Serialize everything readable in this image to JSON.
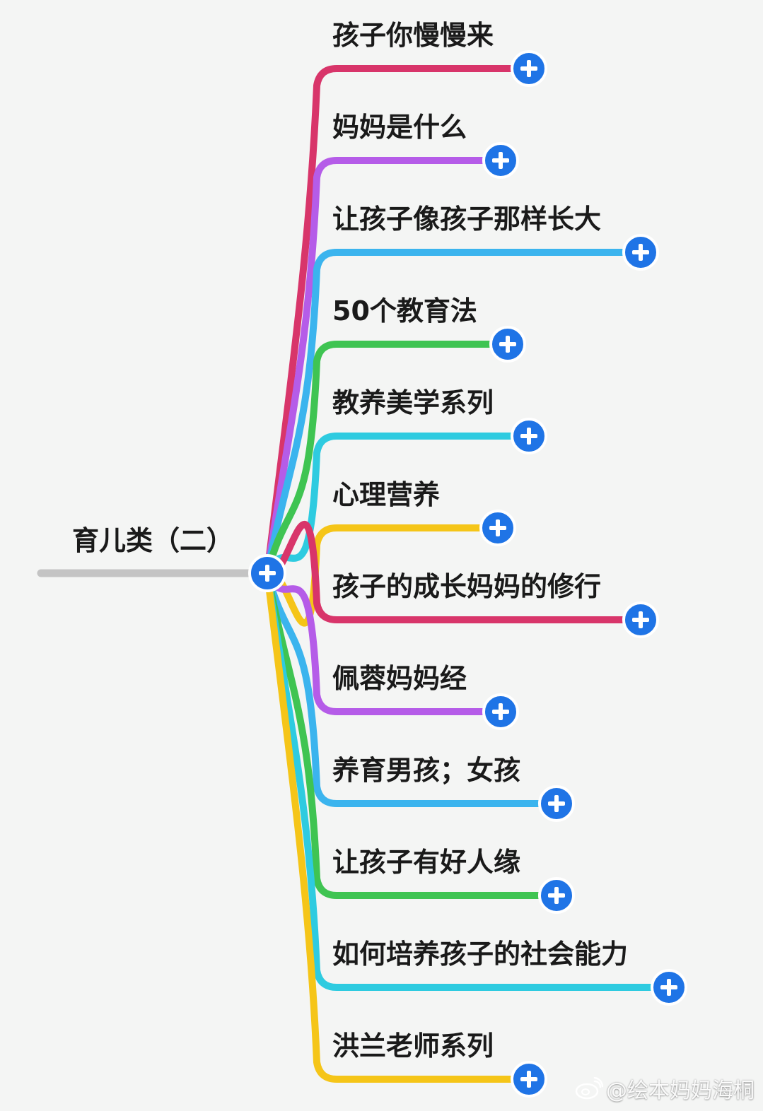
{
  "root": {
    "label": "育儿类（二）"
  },
  "branches": [
    {
      "label": "孩子你慢慢来",
      "color": "#d8356a"
    },
    {
      "label": "妈妈是什么",
      "color": "#b55ce8"
    },
    {
      "label": "让孩子像孩子那样长大",
      "color": "#3bb4ee"
    },
    {
      "label": "50个教育法",
      "color": "#3fc452"
    },
    {
      "label": "教养美学系列",
      "color": "#2ecbe0"
    },
    {
      "label": "心理营养",
      "color": "#f5c518"
    },
    {
      "label": "孩子的成长妈妈的修行",
      "color": "#d8356a"
    },
    {
      "label": "佩蓉妈妈经",
      "color": "#b55ce8"
    },
    {
      "label": "养育男孩；女孩",
      "color": "#3bb4ee"
    },
    {
      "label": "让孩子有好人缘",
      "color": "#3fc452"
    },
    {
      "label": "如何培养孩子的社会能力",
      "color": "#2ecbe0"
    },
    {
      "label": "洪兰老师系列",
      "color": "#f5c518"
    }
  ],
  "colors": {
    "root_line": "#c4c4c4",
    "node_button": "#1f74e6",
    "background": "#f4f5f4"
  },
  "icons": {
    "expand": "plus-circle-icon",
    "watermark": "weibo-icon"
  },
  "watermark": {
    "text": "@绘本妈妈海桐"
  }
}
